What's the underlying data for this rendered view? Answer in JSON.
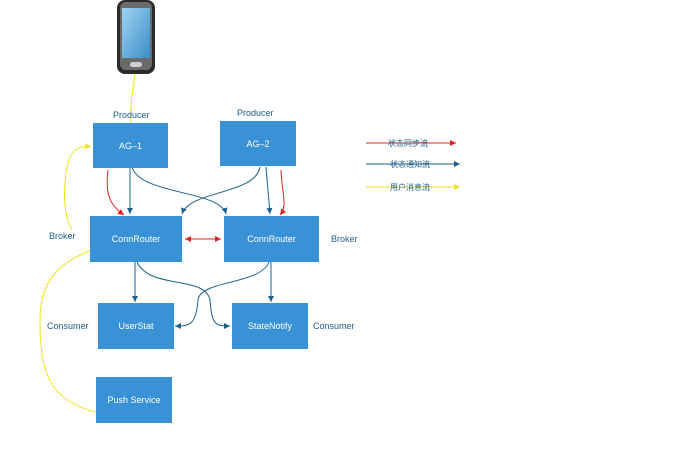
{
  "nodes": {
    "ag1": "AG–1",
    "ag2": "AG–2",
    "connrouter_left": "ConnRouter",
    "connrouter_right": "ConnRouter",
    "userstat": "UserStat",
    "statenotify": "StateNotify",
    "push_service": "Push Service"
  },
  "labels": {
    "producer_left": "Producer",
    "producer_right": "Producer",
    "broker_left": "Broker",
    "broker_right": "Broker",
    "consumer_left": "Consumer",
    "consumer_right": "Consumer"
  },
  "legend": [
    {
      "text": "状态同步流",
      "color": "#e02020"
    },
    {
      "text": "状态通知流",
      "color": "#1f5f8b"
    },
    {
      "text": "用户消息流",
      "color": "#f2e21a"
    }
  ],
  "colors": {
    "node_fill": "#3a92d6",
    "sync_flow": "#e02020",
    "notify_flow": "#1f5f8b",
    "message_flow": "#f2e21a"
  },
  "icons": {
    "phone": "mobile-phone-icon"
  }
}
